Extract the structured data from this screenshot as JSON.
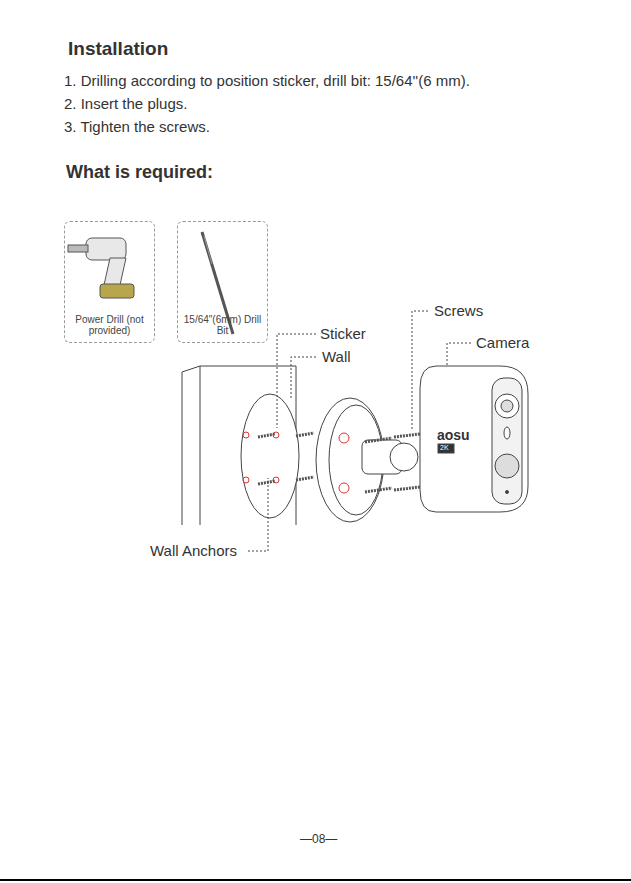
{
  "diagram": {
    "title": "Installation",
    "nodes": [
      {
        "text": [
          "Power Drill (not provided)"
        ]
      },
      {
        "text": [
          "15/64\"(6mm) Drill Bit"
        ]
      }
    ],
    "edges": [],
    "labels": [
      "1. Drilling according to position sticker, drill bit: 15/64''(6 mm).",
      "2. Insert the plugs.",
      "3. Tighten the screws.",
      "What is required:",
      "Screws",
      "Sticker",
      "Camera",
      "Wall",
      "Wall Anchors",
      "aosu",
      "2K",
      "—08—"
    ]
  }
}
